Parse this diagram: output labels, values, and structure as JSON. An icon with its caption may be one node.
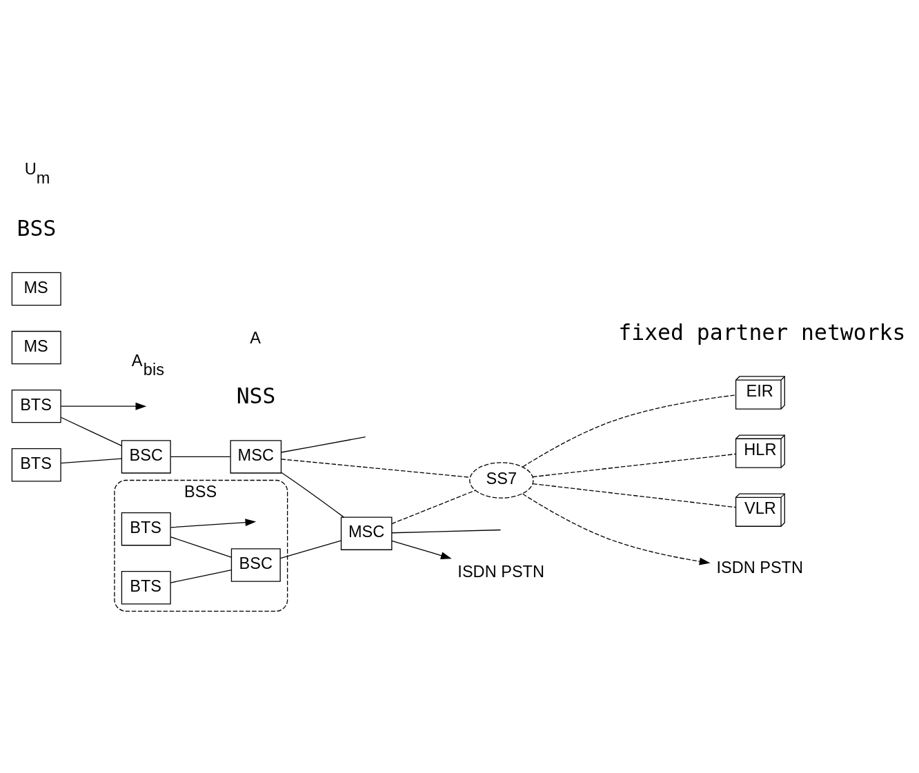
{
  "diagram": {
    "nodes": [
      {
        "text": [
          "MS"
        ]
      },
      {
        "text": [
          "MS"
        ]
      },
      {
        "text": [
          "BTS"
        ]
      },
      {
        "text": [
          "BTS"
        ]
      },
      {
        "text": [
          "BSC"
        ]
      },
      {
        "text": [
          "MSC"
        ]
      },
      {
        "text": [
          "BSS"
        ]
      },
      {
        "text": [
          "BTS"
        ],
        "in": 6
      },
      {
        "text": [
          "BTS"
        ],
        "in": 6
      },
      {
        "text": [
          "BSC"
        ],
        "in": 6
      },
      {
        "text": [
          "MSC"
        ]
      },
      {
        "text": [
          "SS7"
        ]
      },
      {
        "text": [
          "EIR"
        ]
      },
      {
        "text": [
          "HLR"
        ]
      },
      {
        "text": [
          "VLR"
        ]
      },
      {
        "text": [
          "ISDN PSTN"
        ]
      },
      {
        "text": [
          "ISDN PSTN"
        ]
      }
    ],
    "edges": [
      {
        "from": 2,
        "to": null,
        "arrow": "to"
      },
      {
        "from": 2,
        "to": 4,
        "arrow": "none"
      },
      {
        "from": 3,
        "to": 4,
        "arrow": "none"
      },
      {
        "from": 4,
        "to": 5,
        "arrow": "none"
      },
      {
        "from": 5,
        "to": null,
        "arrow": "none"
      },
      {
        "from": 7,
        "to": null,
        "arrow": "to"
      },
      {
        "from": 7,
        "to": 9,
        "arrow": "none"
      },
      {
        "from": 8,
        "to": 9,
        "arrow": "none"
      },
      {
        "from": 9,
        "to": 10,
        "arrow": "none"
      },
      {
        "from": 10,
        "to": null,
        "arrow": "none"
      },
      {
        "from": 5,
        "to": 10,
        "arrow": "none"
      },
      {
        "from": 5,
        "to": 11,
        "arrow": "none",
        "style": "dashed"
      },
      {
        "from": 10,
        "to": 11,
        "arrow": "none",
        "style": "dashed"
      },
      {
        "from": 11,
        "to": 15,
        "arrow": "to",
        "style": "dashed"
      },
      {
        "from": 11,
        "to": 12,
        "arrow": "none",
        "style": "dashed"
      },
      {
        "from": 11,
        "to": 13,
        "arrow": "none",
        "style": "dashed"
      },
      {
        "from": 11,
        "to": 14,
        "arrow": "none",
        "style": "dashed"
      },
      {
        "from": 10,
        "to": 16,
        "arrow": "to"
      }
    ],
    "labels": [
      "BSS",
      "NSS",
      "fixed partner networks",
      "U$_{m}$",
      "A$_{bis}$",
      "A"
    ]
  }
}
